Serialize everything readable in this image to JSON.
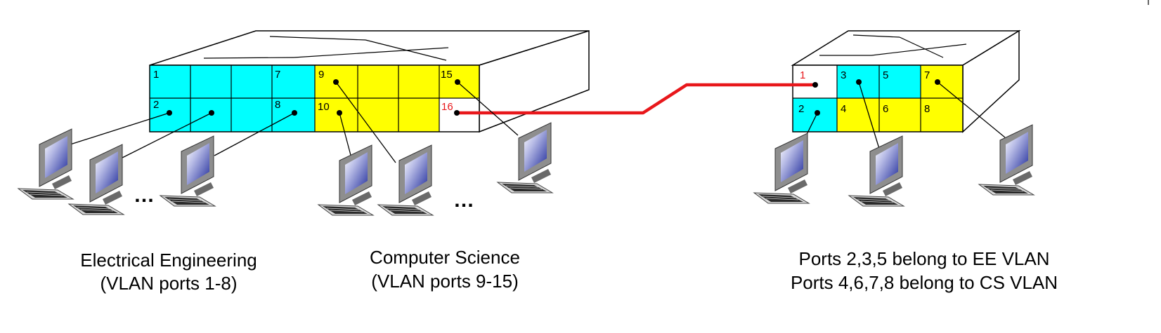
{
  "colors": {
    "ee_vlan": "#00ffff",
    "cs_vlan": "#ffff00",
    "trunk": "#e8171b",
    "unassigned": "#ffffff"
  },
  "left_switch": {
    "port_labels": [
      "1",
      "7",
      "9",
      "15",
      "2",
      "8",
      "10",
      "16"
    ]
  },
  "right_switch": {
    "port_labels": [
      "1",
      "3",
      "5",
      "7",
      "2",
      "4",
      "6",
      "8"
    ]
  },
  "ellipsis": [
    "…",
    "…"
  ],
  "captions": {
    "ee_line1": "Electrical Engineering",
    "ee_line2": "(VLAN ports 1-8)",
    "cs_line1": "Computer Science",
    "cs_line2": "(VLAN ports 9-15)",
    "right_line1": "Ports 2,3,5 belong to EE VLAN",
    "right_line2": "Ports 4,6,7,8 belong to CS VLAN"
  }
}
